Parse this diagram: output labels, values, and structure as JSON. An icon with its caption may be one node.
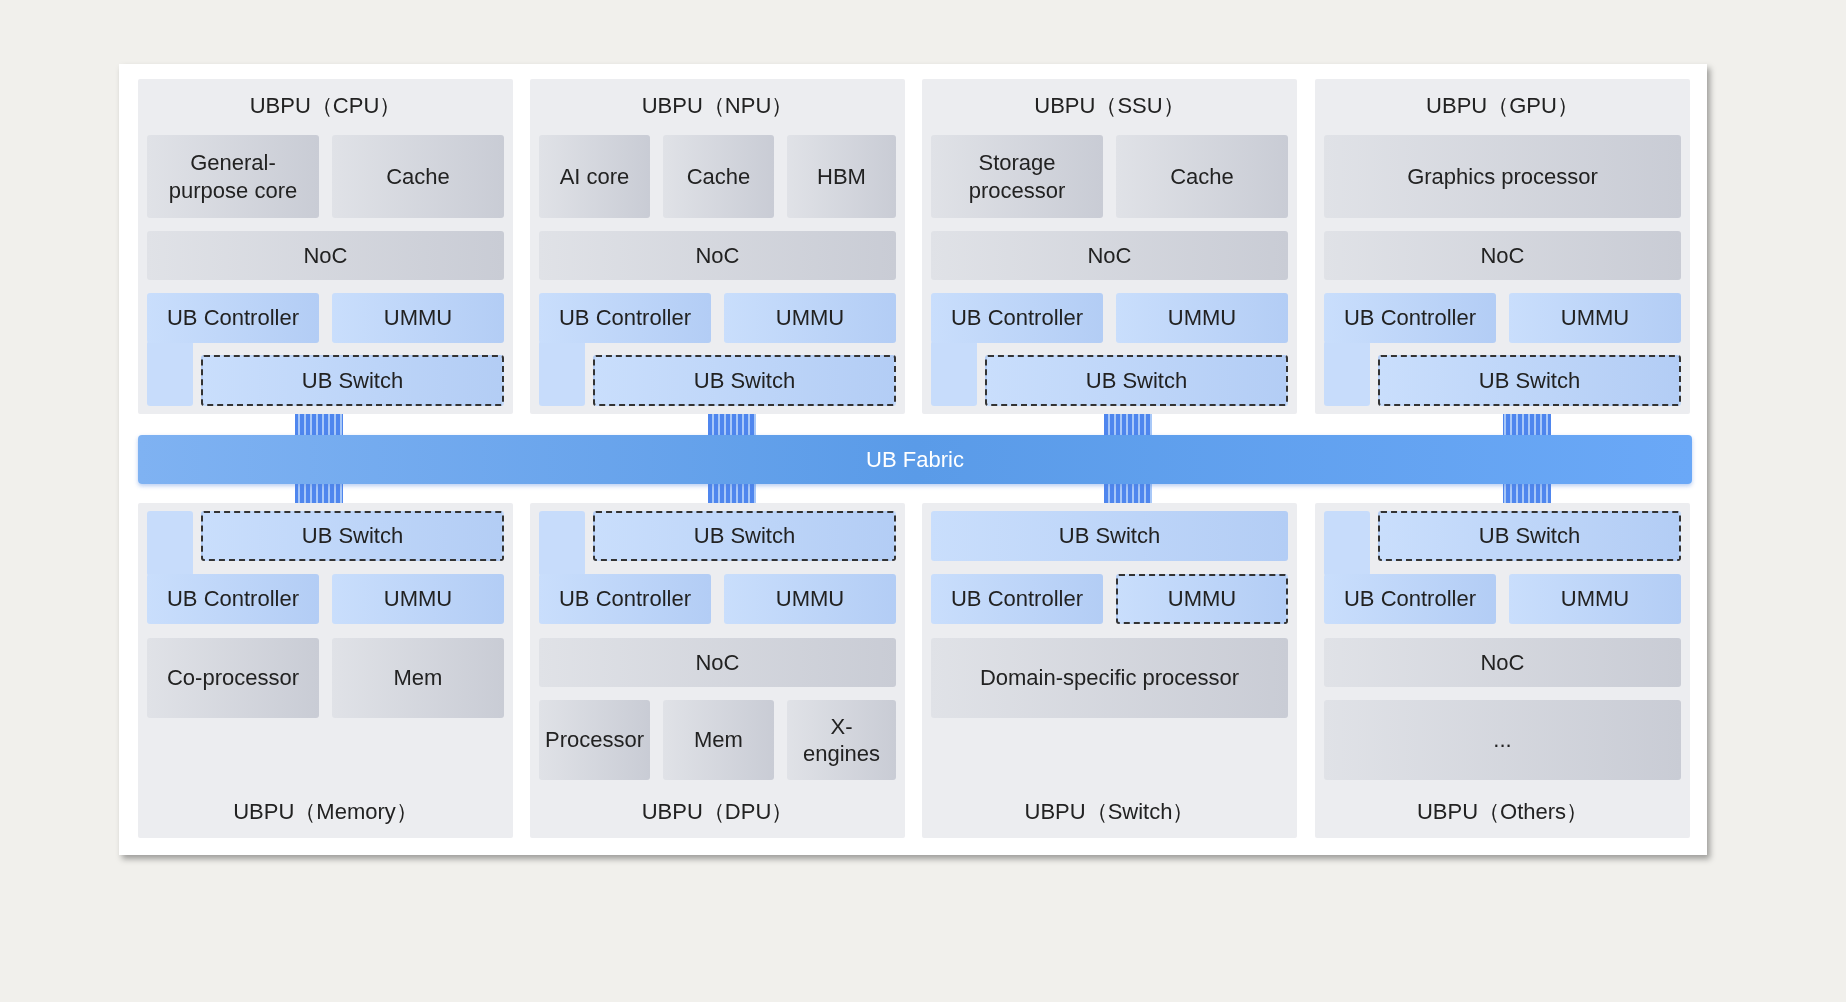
{
  "diagram": {
    "nodes": [
      {
        "text": [
          "UBPU（CPU）"
        ]
      },
      {
        "text": [
          "General-purpose core"
        ],
        "in": 0
      },
      {
        "text": [
          "Cache"
        ],
        "in": 0
      },
      {
        "text": [
          "NoC"
        ],
        "in": 0
      },
      {
        "text": [
          "UB Controller"
        ],
        "in": 0
      },
      {
        "text": [
          "UMMU"
        ],
        "in": 0
      },
      {
        "text": [
          "UB Switch"
        ],
        "in": 0
      },
      {
        "text": [
          "UBPU（NPU）"
        ]
      },
      {
        "text": [
          "AI core"
        ],
        "in": 7
      },
      {
        "text": [
          "Cache"
        ],
        "in": 7
      },
      {
        "text": [
          "HBM"
        ],
        "in": 7
      },
      {
        "text": [
          "NoC"
        ],
        "in": 7
      },
      {
        "text": [
          "UB Controller"
        ],
        "in": 7
      },
      {
        "text": [
          "UMMU"
        ],
        "in": 7
      },
      {
        "text": [
          "UB Switch"
        ],
        "in": 7
      },
      {
        "text": [
          "UBPU（SSU）"
        ]
      },
      {
        "text": [
          "Storage processor"
        ],
        "in": 15
      },
      {
        "text": [
          "Cache"
        ],
        "in": 15
      },
      {
        "text": [
          "NoC"
        ],
        "in": 15
      },
      {
        "text": [
          "UB Controller"
        ],
        "in": 15
      },
      {
        "text": [
          "UMMU"
        ],
        "in": 15
      },
      {
        "text": [
          "UB Switch"
        ],
        "in": 15
      },
      {
        "text": [
          "UBPU（GPU）"
        ]
      },
      {
        "text": [
          "Graphics processor"
        ],
        "in": 22
      },
      {
        "text": [
          "NoC"
        ],
        "in": 22
      },
      {
        "text": [
          "UB Controller"
        ],
        "in": 22
      },
      {
        "text": [
          "UMMU"
        ],
        "in": 22
      },
      {
        "text": [
          "UB Switch"
        ],
        "in": 22
      },
      {
        "text": [
          "UB Fabric"
        ]
      },
      {
        "text": [
          "UBPU（Memory）"
        ]
      },
      {
        "text": [
          "UB Switch"
        ],
        "in": 29
      },
      {
        "text": [
          "UB Controller"
        ],
        "in": 29
      },
      {
        "text": [
          "UMMU"
        ],
        "in": 29
      },
      {
        "text": [
          "Co-processor"
        ],
        "in": 29
      },
      {
        "text": [
          "Mem"
        ],
        "in": 29
      },
      {
        "text": [
          "UBPU（DPU）"
        ]
      },
      {
        "text": [
          "UB Switch"
        ],
        "in": 35
      },
      {
        "text": [
          "UB Controller"
        ],
        "in": 35
      },
      {
        "text": [
          "UMMU"
        ],
        "in": 35
      },
      {
        "text": [
          "NoC"
        ],
        "in": 35
      },
      {
        "text": [
          "Processor"
        ],
        "in": 35
      },
      {
        "text": [
          "Mem"
        ],
        "in": 35
      },
      {
        "text": [
          "X-engines"
        ],
        "in": 35
      },
      {
        "text": [
          "UBPU（Switch）"
        ]
      },
      {
        "text": [
          "UB Switch"
        ],
        "in": 43
      },
      {
        "text": [
          "UB Controller"
        ],
        "in": 43
      },
      {
        "text": [
          "UMMU"
        ],
        "in": 43
      },
      {
        "text": [
          "Domain-specific processor"
        ],
        "in": 43
      },
      {
        "text": [
          "UBPU（Others）"
        ]
      },
      {
        "text": [
          "UB Switch"
        ],
        "in": 48
      },
      {
        "text": [
          "UB Controller"
        ],
        "in": 48
      },
      {
        "text": [
          "UMMU"
        ],
        "in": 48
      },
      {
        "text": [
          "NoC"
        ],
        "in": 48
      },
      {
        "text": [
          "..."
        ],
        "in": 48
      }
    ],
    "edges": [
      {
        "from": 0,
        "to": 28,
        "arrow": "none",
        "style": "thick"
      },
      {
        "from": 7,
        "to": 28,
        "arrow": "none",
        "style": "thick"
      },
      {
        "from": 15,
        "to": 28,
        "arrow": "none",
        "style": "thick"
      },
      {
        "from": 22,
        "to": 28,
        "arrow": "none",
        "style": "thick"
      },
      {
        "from": 28,
        "to": 29,
        "arrow": "none",
        "style": "thick"
      },
      {
        "from": 28,
        "to": 35,
        "arrow": "none",
        "style": "thick"
      },
      {
        "from": 28,
        "to": 43,
        "arrow": "none",
        "style": "thick"
      },
      {
        "from": 28,
        "to": 48,
        "arrow": "none",
        "style": "thick"
      }
    ]
  }
}
